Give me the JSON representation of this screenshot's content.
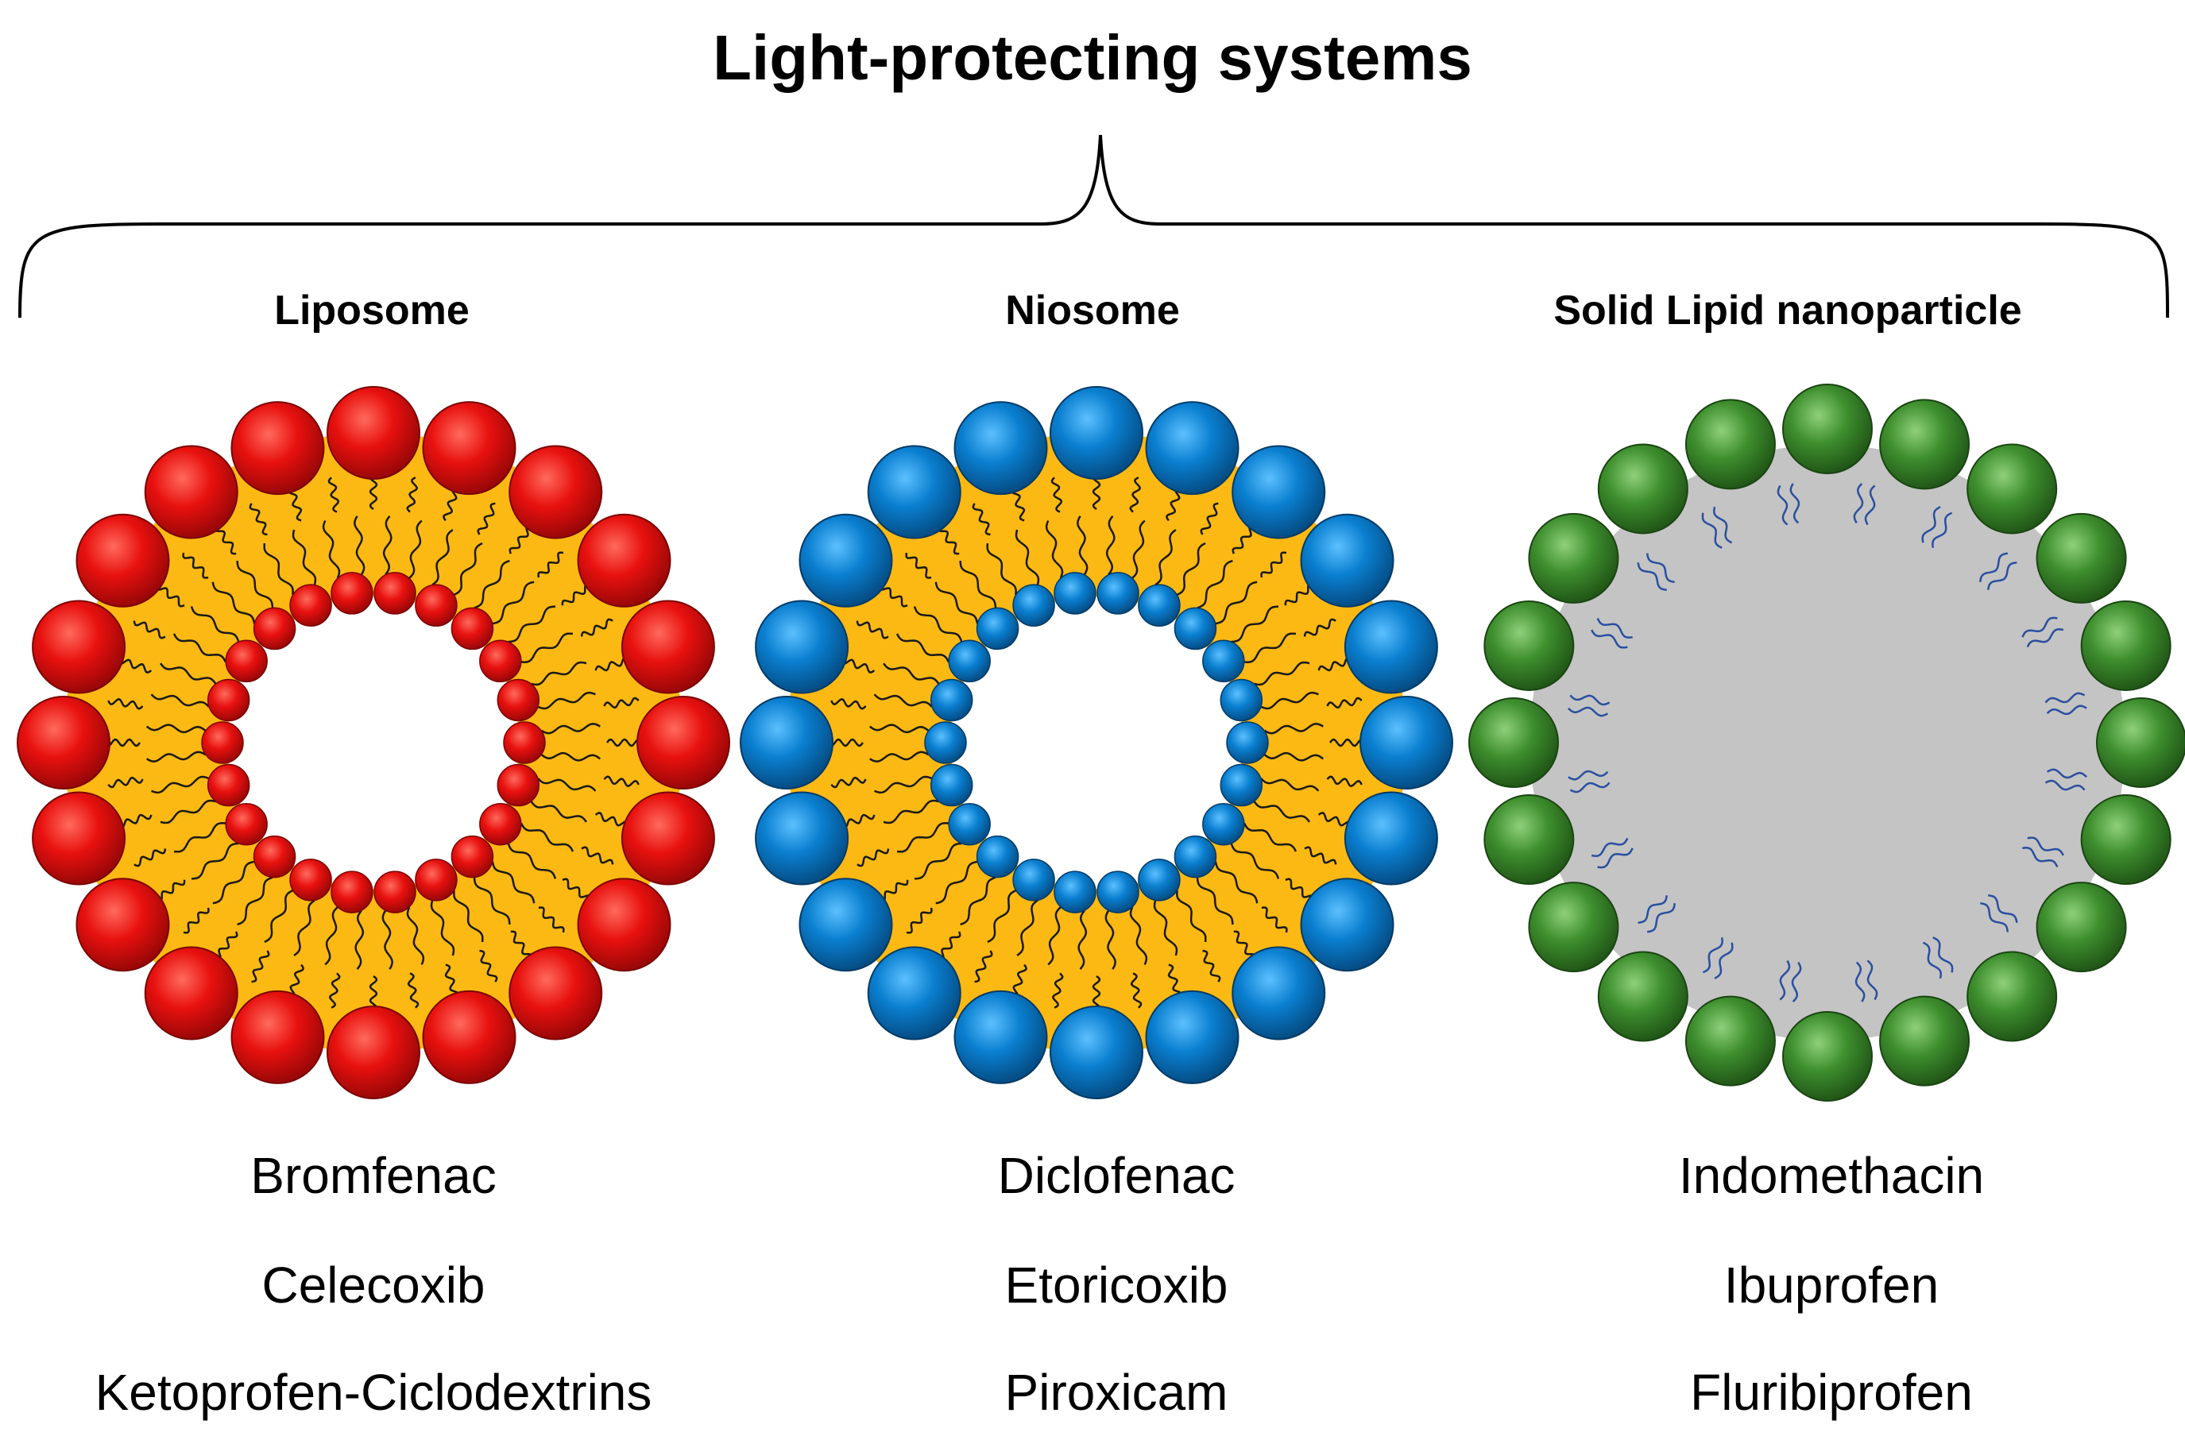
{
  "title": "Light-protecting systems",
  "systems": [
    {
      "label": "Liposome",
      "drugs": [
        "Bromfenac",
        "Celecoxib",
        "Ketoprofen-Ciclodextrins"
      ],
      "head_color": "#e8110f",
      "core_color": "#ffffff",
      "band_color": "#fdb913"
    },
    {
      "label": "Niosome",
      "drugs": [
        "Diclofenac",
        "Etoricoxib",
        "Piroxicam"
      ],
      "head_color": "#0a7fd0",
      "core_color": "#ffffff",
      "band_color": "#fdb913"
    },
    {
      "label": "Solid Lipid nanoparticle",
      "drugs": [
        "Indomethacin",
        "Ibuprofen",
        "Fluribiprofen"
      ],
      "head_color": "#3e8f2e",
      "core_color": "#c4c4c4",
      "band_color": "#c4c4c4"
    }
  ]
}
